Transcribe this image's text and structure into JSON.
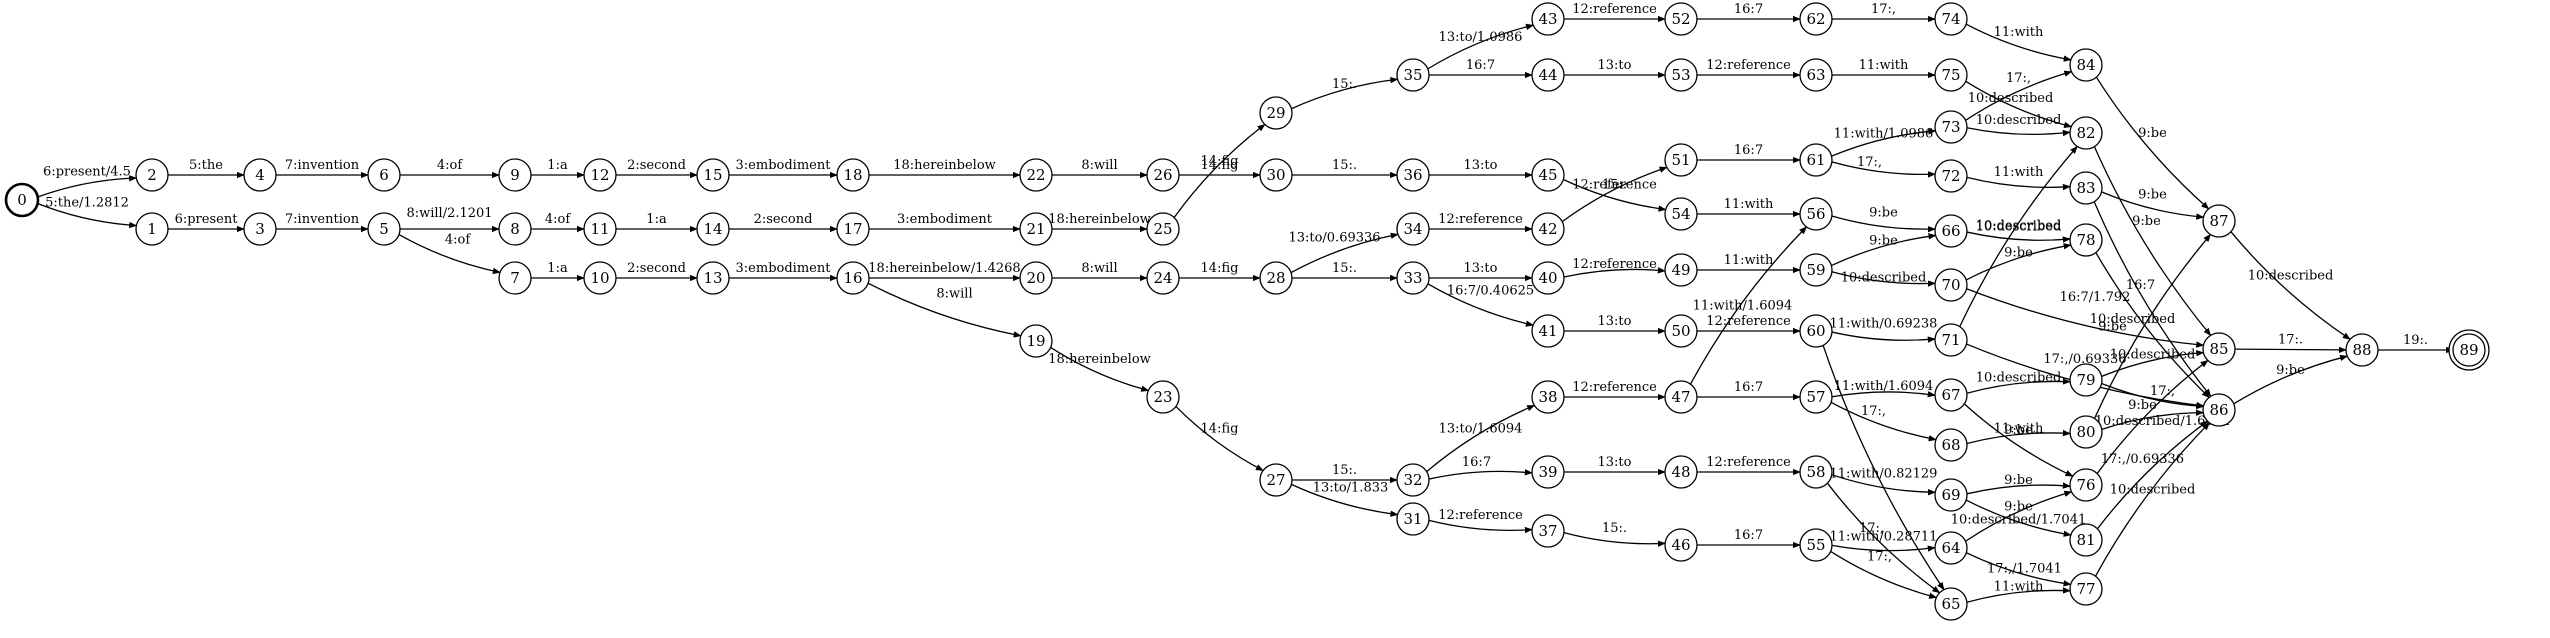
{
  "diagram": {
    "type": "finite-state-lattice",
    "start_node": "0",
    "final_nodes": [
      "89"
    ],
    "nodes": [
      "0",
      "1",
      "2",
      "3",
      "4",
      "5",
      "6",
      "7",
      "8",
      "9",
      "10",
      "11",
      "12",
      "13",
      "14",
      "15",
      "16",
      "17",
      "18",
      "19",
      "20",
      "21",
      "22",
      "23",
      "24",
      "25",
      "26",
      "27",
      "28",
      "29",
      "30",
      "31",
      "32",
      "33",
      "34",
      "35",
      "36",
      "37",
      "38",
      "39",
      "40",
      "41",
      "42",
      "43",
      "44",
      "45",
      "46",
      "47",
      "48",
      "49",
      "50",
      "51",
      "52",
      "53",
      "54",
      "55",
      "56",
      "57",
      "58",
      "59",
      "60",
      "61",
      "62",
      "63",
      "64",
      "65",
      "66",
      "67",
      "68",
      "69",
      "70",
      "71",
      "72",
      "73",
      "74",
      "75",
      "76",
      "77",
      "78",
      "79",
      "80",
      "81",
      "82",
      "83",
      "84",
      "85",
      "86",
      "87",
      "88",
      "89"
    ],
    "edges": [
      {
        "from": "0",
        "to": "2",
        "label": "6:present/4.5"
      },
      {
        "from": "0",
        "to": "1",
        "label": "5:the/1.2812"
      },
      {
        "from": "2",
        "to": "4",
        "label": "5:the"
      },
      {
        "from": "1",
        "to": "3",
        "label": "6:present"
      },
      {
        "from": "4",
        "to": "6",
        "label": "7:invention"
      },
      {
        "from": "3",
        "to": "5",
        "label": "7:invention"
      },
      {
        "from": "6",
        "to": "9",
        "label": "4:of"
      },
      {
        "from": "5",
        "to": "8",
        "label": "8:will/2.1201"
      },
      {
        "from": "5",
        "to": "7",
        "label": "4:of"
      },
      {
        "from": "9",
        "to": "12",
        "label": "1:a"
      },
      {
        "from": "8",
        "to": "11",
        "label": "4:of"
      },
      {
        "from": "7",
        "to": "10",
        "label": "1:a"
      },
      {
        "from": "12",
        "to": "15",
        "label": "2:second"
      },
      {
        "from": "11",
        "to": "14",
        "label": "1:a"
      },
      {
        "from": "10",
        "to": "13",
        "label": "2:second"
      },
      {
        "from": "15",
        "to": "18",
        "label": "3:embodiment"
      },
      {
        "from": "14",
        "to": "17",
        "label": "2:second"
      },
      {
        "from": "13",
        "to": "16",
        "label": "3:embodiment"
      },
      {
        "from": "18",
        "to": "22",
        "label": "18:hereinbelow"
      },
      {
        "from": "17",
        "to": "21",
        "label": "3:embodiment"
      },
      {
        "from": "16",
        "to": "20",
        "label": "18:hereinbelow/1.4268"
      },
      {
        "from": "16",
        "to": "19",
        "label": "8:will"
      },
      {
        "from": "22",
        "to": "26",
        "label": "8:will"
      },
      {
        "from": "21",
        "to": "25",
        "label": "18:hereinbelow"
      },
      {
        "from": "20",
        "to": "24",
        "label": "8:will"
      },
      {
        "from": "19",
        "to": "23",
        "label": "18:hereinbelow"
      },
      {
        "from": "26",
        "to": "30",
        "label": "14:fig"
      },
      {
        "from": "25",
        "to": "29",
        "label": "14:fig"
      },
      {
        "from": "24",
        "to": "28",
        "label": "14:fig"
      },
      {
        "from": "23",
        "to": "27",
        "label": "14:fig"
      },
      {
        "from": "29",
        "to": "35",
        "label": "15:."
      },
      {
        "from": "30",
        "to": "36",
        "label": "15:."
      },
      {
        "from": "28",
        "to": "34",
        "label": "13:to/0.69336"
      },
      {
        "from": "28",
        "to": "33",
        "label": "15:."
      },
      {
        "from": "27",
        "to": "32",
        "label": "15:."
      },
      {
        "from": "27",
        "to": "31",
        "label": "13:to/1.833"
      },
      {
        "from": "35",
        "to": "43",
        "label": "13:to/1.0986"
      },
      {
        "from": "35",
        "to": "44",
        "label": "16:7"
      },
      {
        "from": "36",
        "to": "45",
        "label": "13:to"
      },
      {
        "from": "34",
        "to": "42",
        "label": "12:reference"
      },
      {
        "from": "33",
        "to": "40",
        "label": "13:to"
      },
      {
        "from": "33",
        "to": "41",
        "label": "16:7/0.40625"
      },
      {
        "from": "32",
        "to": "38",
        "label": "13:to/1.6094"
      },
      {
        "from": "32",
        "to": "39",
        "label": "16:7"
      },
      {
        "from": "31",
        "to": "37",
        "label": "12:reference"
      },
      {
        "from": "43",
        "to": "52",
        "label": "12:reference"
      },
      {
        "from": "44",
        "to": "53",
        "label": "13:to"
      },
      {
        "from": "45",
        "to": "54",
        "label": "12:reference"
      },
      {
        "from": "42",
        "to": "51",
        "label": "15:."
      },
      {
        "from": "40",
        "to": "49",
        "label": "12:reference"
      },
      {
        "from": "41",
        "to": "50",
        "label": "13:to"
      },
      {
        "from": "38",
        "to": "47",
        "label": "12:reference"
      },
      {
        "from": "39",
        "to": "48",
        "label": "13:to"
      },
      {
        "from": "37",
        "to": "46",
        "label": "15:."
      },
      {
        "from": "52",
        "to": "62",
        "label": "16:7"
      },
      {
        "from": "53",
        "to": "63",
        "label": "12:reference"
      },
      {
        "from": "51",
        "to": "61",
        "label": "16:7"
      },
      {
        "from": "54",
        "to": "56",
        "label": "11:with"
      },
      {
        "from": "49",
        "to": "59",
        "label": "11:with"
      },
      {
        "from": "47",
        "to": "56",
        "label": "11:with/1.6094"
      },
      {
        "from": "47",
        "to": "57",
        "label": "16:7"
      },
      {
        "from": "50",
        "to": "60",
        "label": "12:reference"
      },
      {
        "from": "48",
        "to": "58",
        "label": "12:reference"
      },
      {
        "from": "46",
        "to": "55",
        "label": "16:7"
      },
      {
        "from": "62",
        "to": "74",
        "label": "17:,"
      },
      {
        "from": "63",
        "to": "75",
        "label": "11:with"
      },
      {
        "from": "61",
        "to": "73",
        "label": "11:with/1.0986"
      },
      {
        "from": "61",
        "to": "72",
        "label": "17:,"
      },
      {
        "from": "56",
        "to": "66",
        "label": "9:be"
      },
      {
        "from": "59",
        "to": "66",
        "label": "9:be"
      },
      {
        "from": "59",
        "to": "70",
        "label": "10:described"
      },
      {
        "from": "60",
        "to": "71",
        "label": "11:with/0.69238"
      },
      {
        "from": "60",
        "to": "65",
        "label": ""
      },
      {
        "from": "57",
        "to": "67",
        "label": "11:with/1.6094"
      },
      {
        "from": "57",
        "to": "68",
        "label": "17:,"
      },
      {
        "from": "58",
        "to": "69",
        "label": "11:with/0.82129"
      },
      {
        "from": "58",
        "to": "65",
        "label": "17:,"
      },
      {
        "from": "55",
        "to": "64",
        "label": "11:with/0.28711"
      },
      {
        "from": "55",
        "to": "65",
        "label": "17:,"
      },
      {
        "from": "74",
        "to": "84",
        "label": "11:with"
      },
      {
        "from": "75",
        "to": "82",
        "label": "10:described"
      },
      {
        "from": "73",
        "to": "84",
        "label": "17:,"
      },
      {
        "from": "73",
        "to": "82",
        "label": "10:described"
      },
      {
        "from": "72",
        "to": "83",
        "label": "11:with"
      },
      {
        "from": "66",
        "to": "78",
        "label": "10:described"
      },
      {
        "from": "70",
        "to": "78",
        "label": "9:be"
      },
      {
        "from": "70",
        "to": "85",
        "label": "16:7/1.792"
      },
      {
        "from": "71",
        "to": "82",
        "label": "10:described"
      },
      {
        "from": "71",
        "to": "86",
        "label": "17:,/0.69336"
      },
      {
        "from": "67",
        "to": "79",
        "label": "10:described"
      },
      {
        "from": "67",
        "to": "76",
        "label": "9:be"
      },
      {
        "from": "68",
        "to": "80",
        "label": "11:with"
      },
      {
        "from": "69",
        "to": "76",
        "label": "9:be"
      },
      {
        "from": "69",
        "to": "81",
        "label": "10:described/1.7041"
      },
      {
        "from": "64",
        "to": "76",
        "label": "9:be"
      },
      {
        "from": "64",
        "to": "77",
        "label": "17:,/1.7041"
      },
      {
        "from": "65",
        "to": "77",
        "label": "11:with"
      },
      {
        "from": "84",
        "to": "87",
        "label": "9:be"
      },
      {
        "from": "82",
        "to": "85",
        "label": "9:be"
      },
      {
        "from": "83",
        "to": "87",
        "label": "9:be"
      },
      {
        "from": "83",
        "to": "86",
        "label": "16:7"
      },
      {
        "from": "78",
        "to": "86",
        "label": "10:described"
      },
      {
        "from": "79",
        "to": "85",
        "label": "10:described"
      },
      {
        "from": "79",
        "to": "86",
        "label": "17:,"
      },
      {
        "from": "80",
        "to": "87",
        "label": "9:be"
      },
      {
        "from": "80",
        "to": "86",
        "label": "10:described/1.6094"
      },
      {
        "from": "76",
        "to": "85",
        "label": "9:be"
      },
      {
        "from": "81",
        "to": "86",
        "label": "17:,/0.69336"
      },
      {
        "from": "77",
        "to": "86",
        "label": "10:described"
      },
      {
        "from": "87",
        "to": "88",
        "label": "10:described"
      },
      {
        "from": "85",
        "to": "88",
        "label": "17:."
      },
      {
        "from": "86",
        "to": "88",
        "label": "9:be"
      },
      {
        "from": "88",
        "to": "89",
        "label": "19:."
      }
    ]
  }
}
